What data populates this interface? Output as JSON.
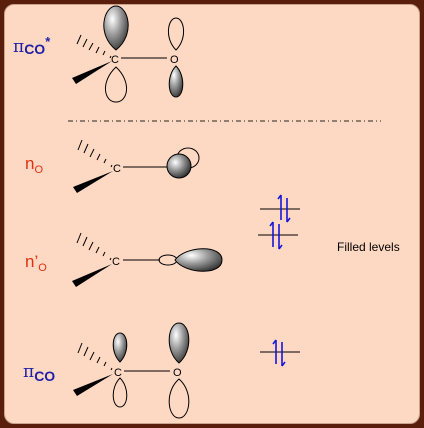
{
  "orbitals": [
    {
      "id": "pi-star",
      "symbol": "π",
      "subscript": "CO",
      "superscript": "*",
      "color": "#1e1ea8"
    },
    {
      "id": "n-o",
      "symbol": "n",
      "subscript": "O",
      "superscript": "",
      "color": "#e03010"
    },
    {
      "id": "n-prime-o",
      "symbol": "n’",
      "subscript": "O",
      "superscript": "",
      "color": "#e03010"
    },
    {
      "id": "pi-co",
      "symbol": "π",
      "subscript": "CO",
      "superscript": "",
      "color": "#1e1ea8"
    }
  ],
  "atoms": {
    "carbon": "C",
    "oxygen": "O"
  },
  "filled_levels_label": "Filled levels",
  "colors": {
    "background": "#fdd9c4",
    "border": "#5a1f0c",
    "electron_arrows": "#1515d8",
    "divider": "#222222"
  }
}
